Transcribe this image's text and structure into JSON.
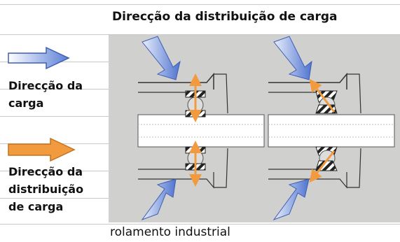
{
  "title": "Direcção da distribuição de carga",
  "legend": {
    "load_direction_lines": [
      "Direcção da",
      "carga"
    ],
    "distribution_direction_lines": [
      "Direcção da",
      "distribuição",
      "de carga"
    ],
    "load_arrow_color": "#5b7fd6",
    "distribution_arrow_color": "#f19a3e"
  },
  "caption": "rolamento industrial",
  "colors": {
    "panel_background": "#d0d0cf",
    "shaft": "#ffffff",
    "hatch_dark": "#222222",
    "blue_arrow": "#5b7fd6",
    "orange_arrow": "#f19a3e"
  }
}
